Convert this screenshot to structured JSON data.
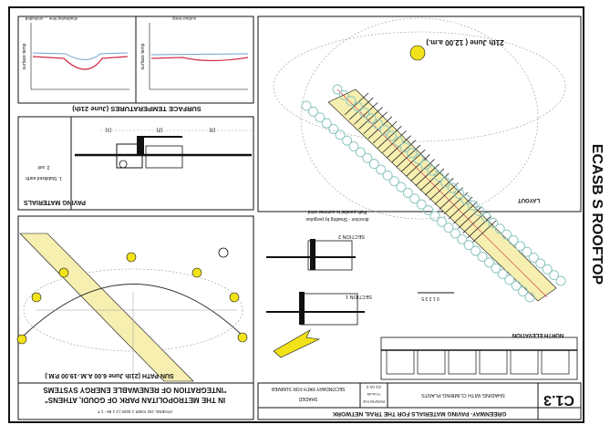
{
  "sheet": {
    "code": "C1.3",
    "side_title_vertical": "ECASB S ROOFTOP",
    "title_line1": "\"INTEGRATION OF RENEWABLE ENERGY SYSTEMS",
    "title_line2": "IN THE METROPOLITAN PARK OF GOUDI, ATHENS\"",
    "authors": "ATHENS, OG YAER 1 2020 | 2 1 99 - 1 T",
    "footer_title": "GREENWAY- PAVING MATERIALS FOR THE TRAIL NETWORK",
    "footer_sub": "SECONDARY PATH FOR SUMMER",
    "footer_shaded": "SHADED",
    "footer_shading": "SHADING WITH CLIMBING PLANTS",
    "footer_ref": "C1 no 3",
    "footer_ref2": "TO ALAN",
    "footer_ref3": "PERSPEKTIVE"
  },
  "panels": {
    "surface_temp": {
      "title": "SURFACE TEMPERATURES   (June 21th)",
      "legend1": "shadowing time  ... unshaded",
      "legend2": "surface temp",
      "ylabel_left": "surface temp",
      "ylabel_right": "surface temp"
    },
    "paving": {
      "title": "PAVING MATERIALS",
      "labels": [
        "[1]",
        "[2]",
        "[3]"
      ],
      "note1": "1. Stabilized earth",
      "note2": "2. soil"
    },
    "sun_path": {
      "title": "SUN PATH (21th June 6.00 A.M.-19.00 P.M.)"
    },
    "sections": {
      "section1": "SECTION 1",
      "section2": "SECTION 2",
      "scale": "0  1  2  3       5",
      "direction_note1": "Path parallel to summer wind",
      "direction_note2": "direction - Shading by pergolas"
    },
    "layout": {
      "title": "LAYOUT",
      "sun_label": "21th June ( 12.00 a.m.)"
    },
    "elevation": {
      "title": "NORTH ELEVATION"
    }
  },
  "colors": {
    "line": "#111111",
    "path_yellow": "#f6efb0",
    "sun": "#f2e21a",
    "tree": "#8fc7bf",
    "curve_red": "#d0304a",
    "curve_blue": "#6fa2cc"
  }
}
